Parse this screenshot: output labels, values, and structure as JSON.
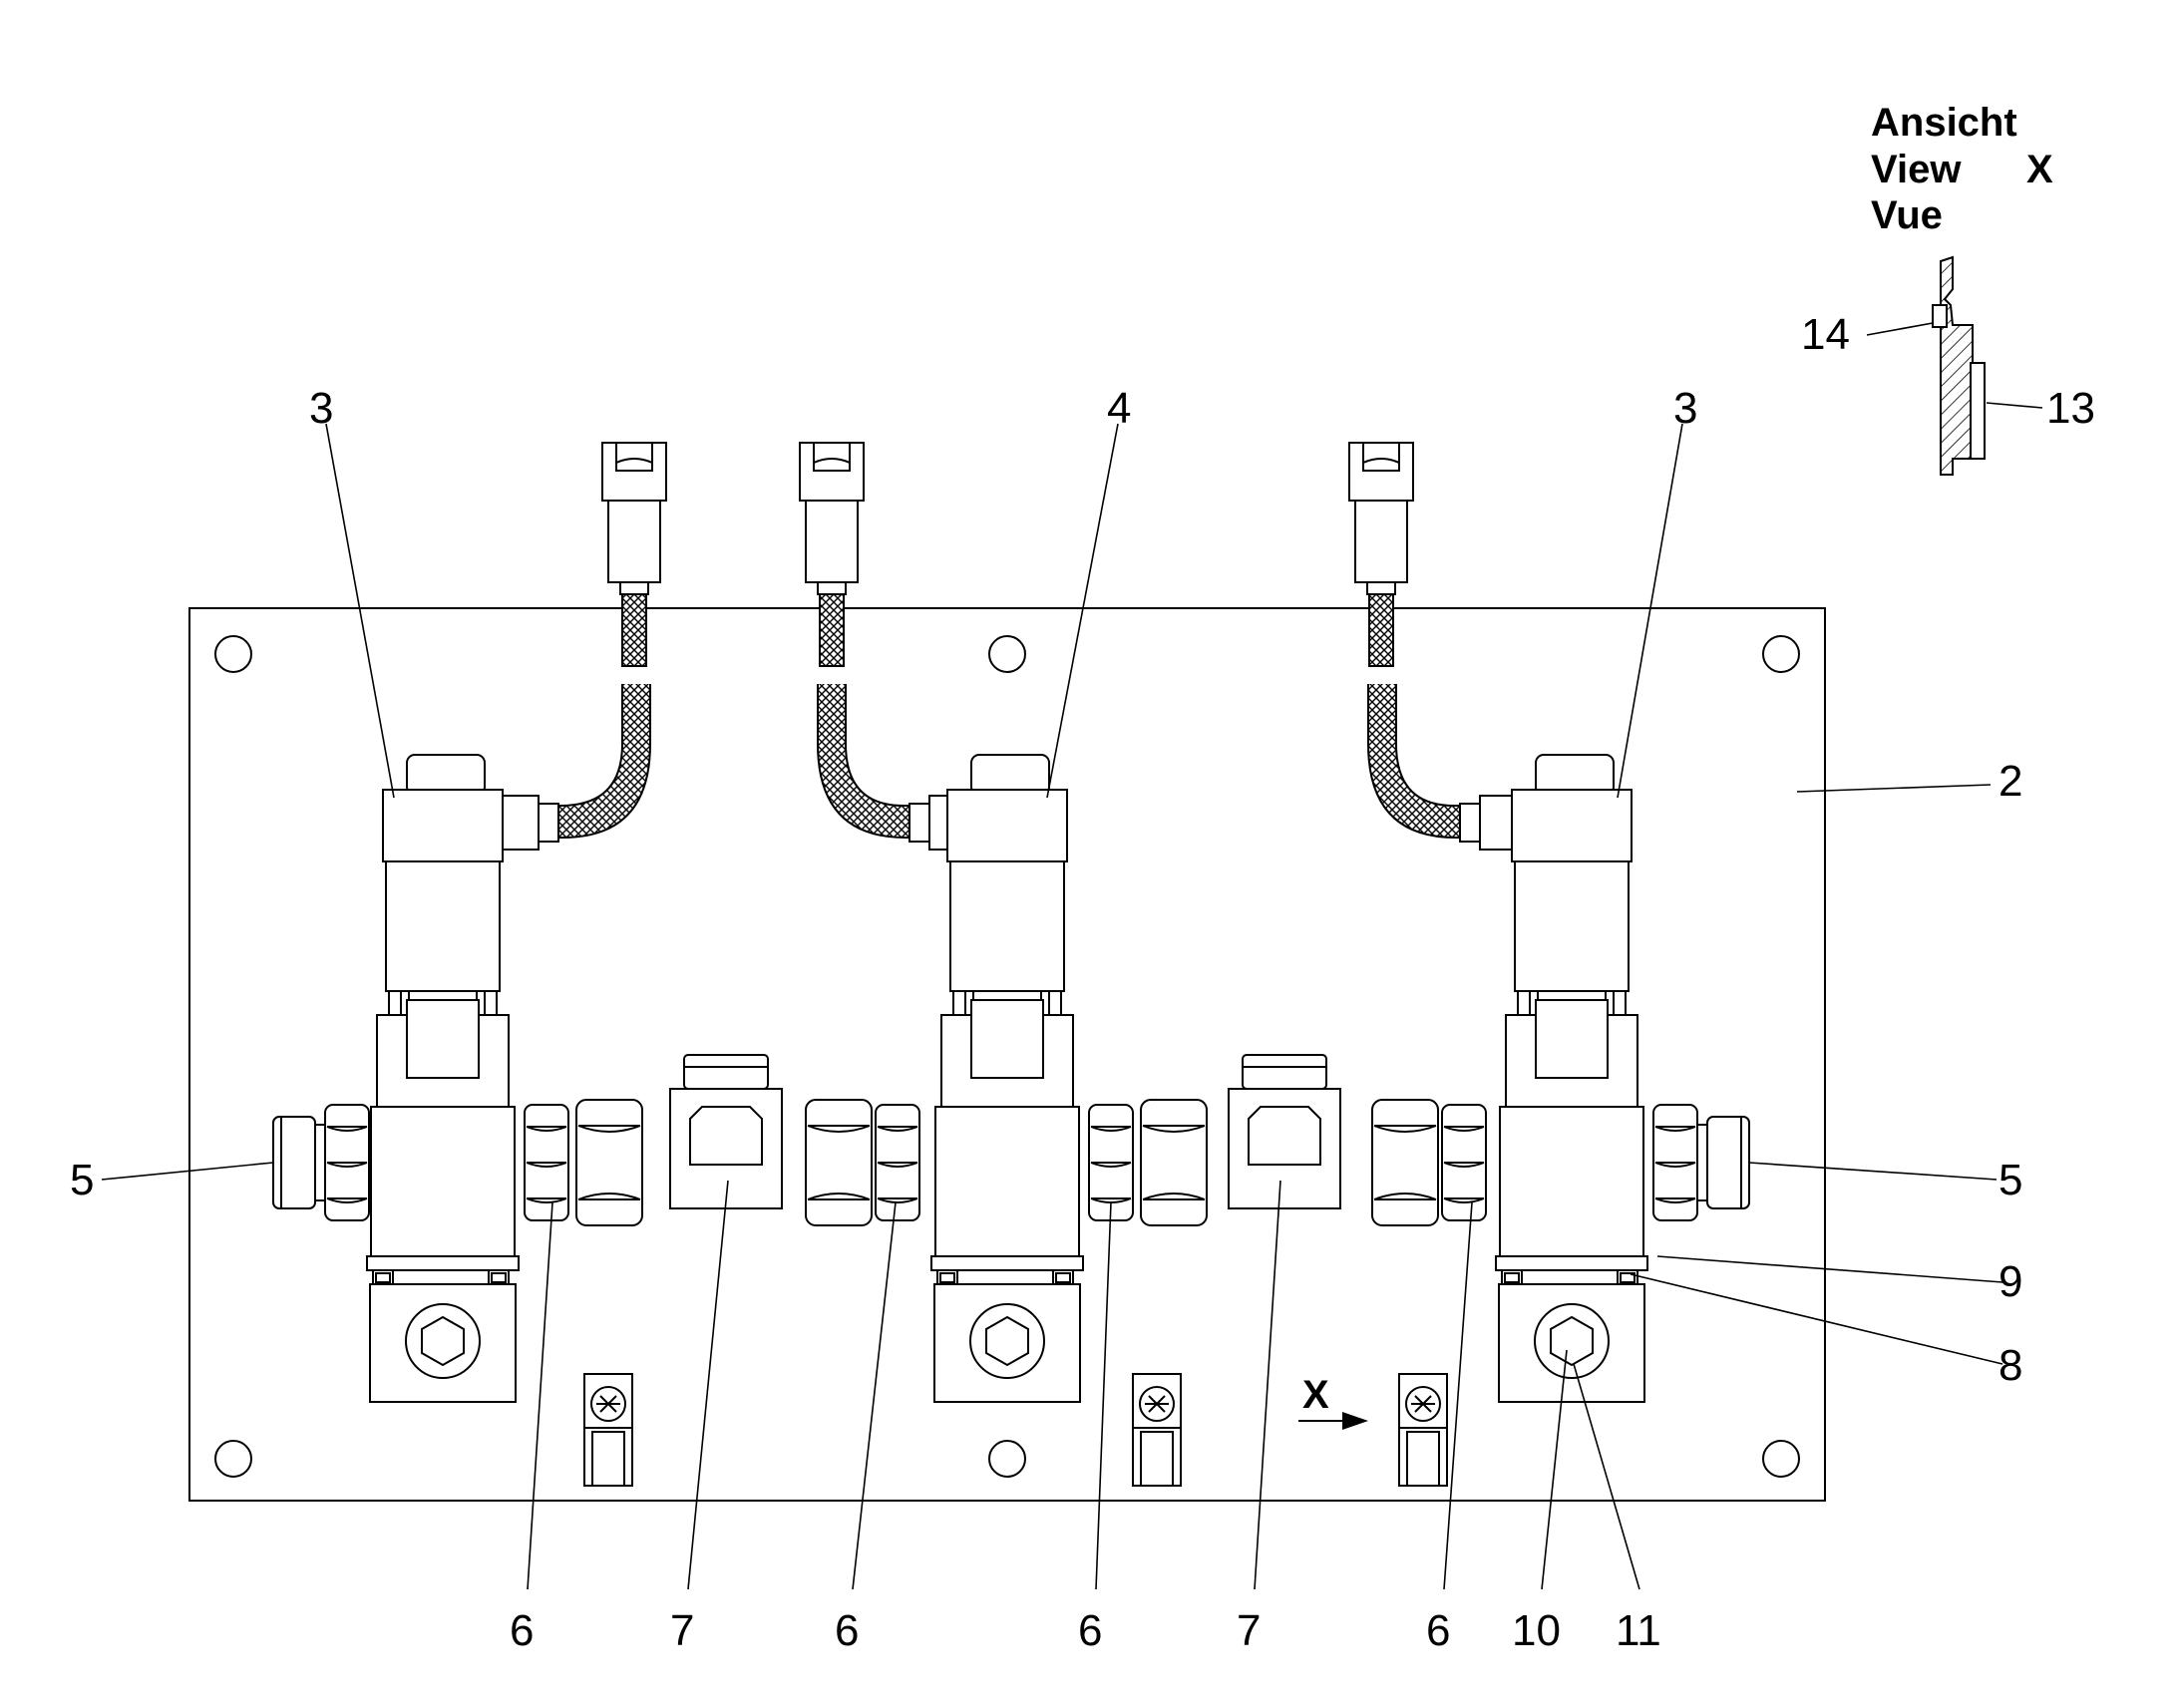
{
  "view_label": {
    "line1": "Ansicht",
    "line2": "View",
    "line3": "Vue",
    "letter": "X"
  },
  "arrow_label": "X",
  "callouts": {
    "c3_left": "3",
    "c4": "4",
    "c3_right": "3",
    "c2": "2",
    "c5_left": "5",
    "c5_right": "5",
    "c9": "9",
    "c8": "8",
    "c6_a": "6",
    "c7_a": "7",
    "c6_b": "6",
    "c6_c": "6",
    "c7_b": "7",
    "c6_d": "6",
    "c10": "10",
    "c11": "11",
    "c14": "14",
    "c13": "13"
  }
}
